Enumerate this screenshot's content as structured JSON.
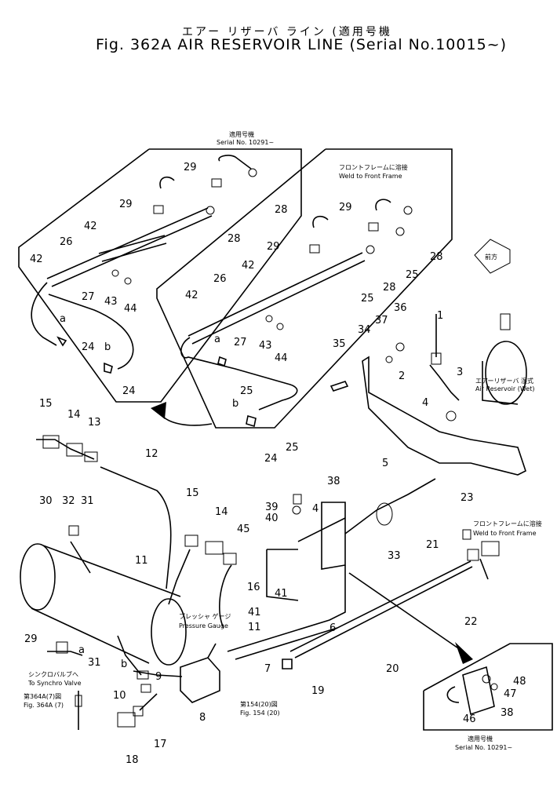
{
  "title": {
    "japanese": "エアー リザーバ ライン (適用号機",
    "english": "Fig. 362A  AIR RESERVOIR LINE (Serial No.10015~)"
  },
  "notes": {
    "serial_top_jp": "適用号機",
    "serial_top": "Serial No. 10291~",
    "weld_jp_1": "フロントフレームに溶接",
    "weld_1": "Weld to Front Frame",
    "air_reservoir_jp": "エアーリザーバ 湿式",
    "air_reservoir": "Air Reservoir (Wet)",
    "front_arrow": "前方",
    "weld_jp_2": "フロントフレームに溶接",
    "weld_2": "Weld to Front Frame",
    "pressure_gauge_jp": "プレッシャ ゲージ",
    "pressure_gauge": "Pressure Gauge",
    "synchro_jp": "シンクロバルブへ",
    "synchro": "To Synchro Valve",
    "fig364_jp": "第364A(7)図",
    "fig364": "Fig. 364A (7)",
    "fig154_jp": "第154(20)図",
    "fig154": "Fig. 154 (20)",
    "serial_bottom_jp": "適用号機",
    "serial_bottom": "Serial No. 10291~"
  },
  "callouts": [
    "29",
    "28",
    "29",
    "28",
    "42",
    "26",
    "42",
    "27",
    "43",
    "44",
    "a",
    "24",
    "b",
    "24",
    "29",
    "28",
    "29",
    "25",
    "28",
    "25",
    "42",
    "26",
    "42",
    "27",
    "43",
    "44",
    "a",
    "25",
    "b",
    "24",
    "25",
    "36",
    "37",
    "34",
    "35",
    "1",
    "2",
    "3",
    "4",
    "15",
    "14",
    "13",
    "12",
    "30",
    "32",
    "31",
    "11",
    "15",
    "14",
    "45",
    "16",
    "41",
    "11",
    "39",
    "40",
    "4",
    "38",
    "5",
    "33",
    "23",
    "21",
    "22",
    "29",
    "a",
    "31",
    "b",
    "9",
    "10",
    "8",
    "17",
    "18",
    "7",
    "41",
    "6",
    "19",
    "20",
    "47",
    "48",
    "46",
    "38"
  ]
}
